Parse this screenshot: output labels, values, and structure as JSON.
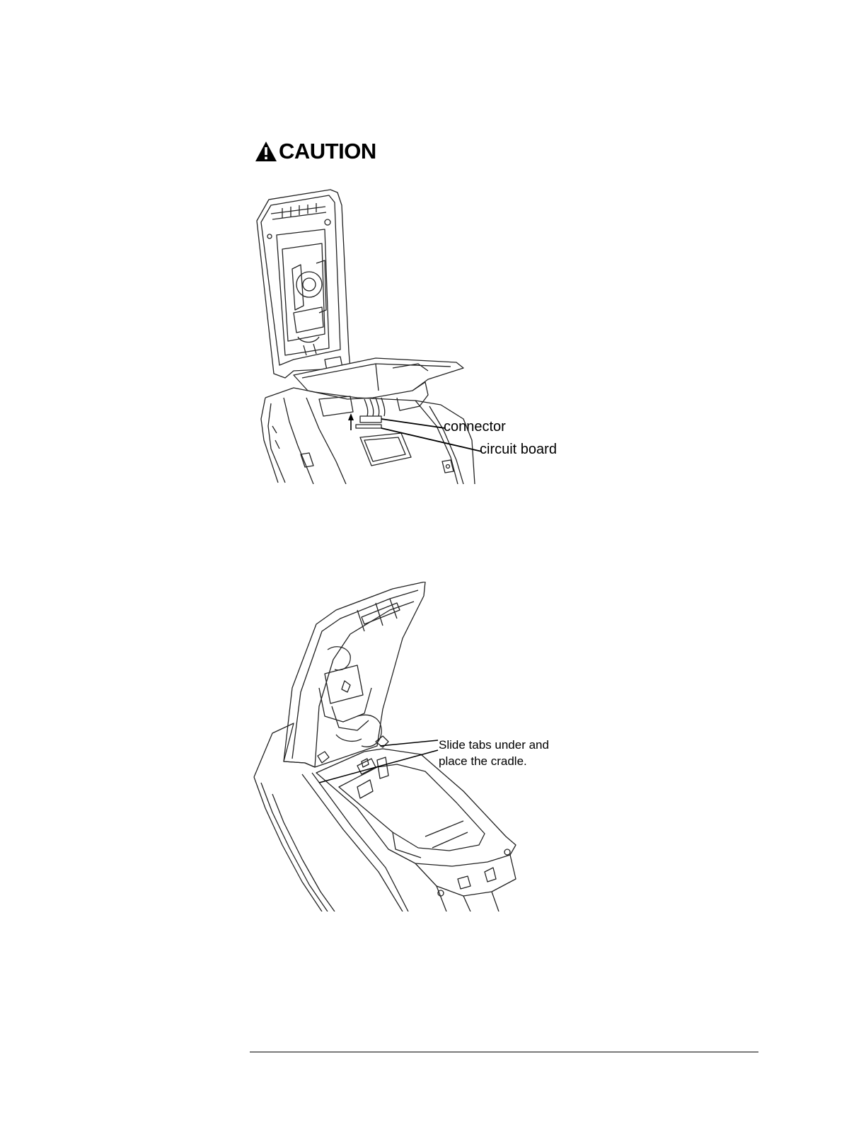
{
  "caution": {
    "heading": "CAUTION",
    "icon": "warning-triangle-icon"
  },
  "figure1": {
    "callouts": {
      "connector": "connector",
      "circuit_board": "circuit board"
    }
  },
  "figure2": {
    "callout_line1": "Slide tabs under and",
    "callout_line2": "place the cradle."
  }
}
